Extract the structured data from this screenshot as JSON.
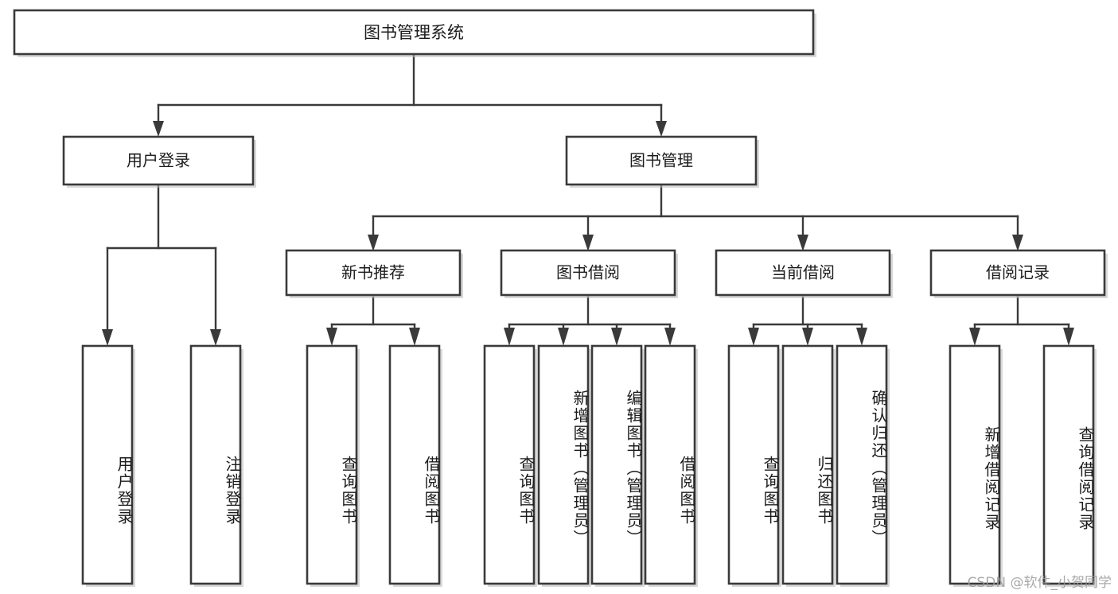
{
  "diagram": {
    "type": "tree",
    "title": "图书管理系统",
    "watermark": "CSDN @软件_小贺同学",
    "colors": {
      "box_stroke": "#3a3a3a",
      "box_fill": "#ffffff",
      "connector": "#3a3a3a",
      "text": "#1c1c1c",
      "watermark": "#9a9a9a",
      "background": "#ffffff"
    },
    "root": {
      "label": "图书管理系统"
    },
    "level2": [
      {
        "label": "用户登录"
      },
      {
        "label": "图书管理"
      }
    ],
    "level3": [
      {
        "label": "新书推荐"
      },
      {
        "label": "图书借阅"
      },
      {
        "label": "当前借阅"
      },
      {
        "label": "借阅记录"
      }
    ],
    "leaves": {
      "user_login": [
        {
          "label": "用户登录"
        },
        {
          "label": "注销登录"
        }
      ],
      "new_book_recommend": [
        {
          "label": "查询图书"
        },
        {
          "label": "借阅图书"
        }
      ],
      "book_borrow": [
        {
          "label": "查询图书"
        },
        {
          "label": "新增图书（管理员）"
        },
        {
          "label": "编辑图书（管理员）"
        },
        {
          "label": "借阅图书"
        }
      ],
      "current_borrow": [
        {
          "label": "查询图书"
        },
        {
          "label": "归还图书"
        },
        {
          "label": "确认归还（管理员）"
        }
      ],
      "borrow_record": [
        {
          "label": "新增借阅记录"
        },
        {
          "label": "查询借阅记录"
        }
      ]
    }
  }
}
